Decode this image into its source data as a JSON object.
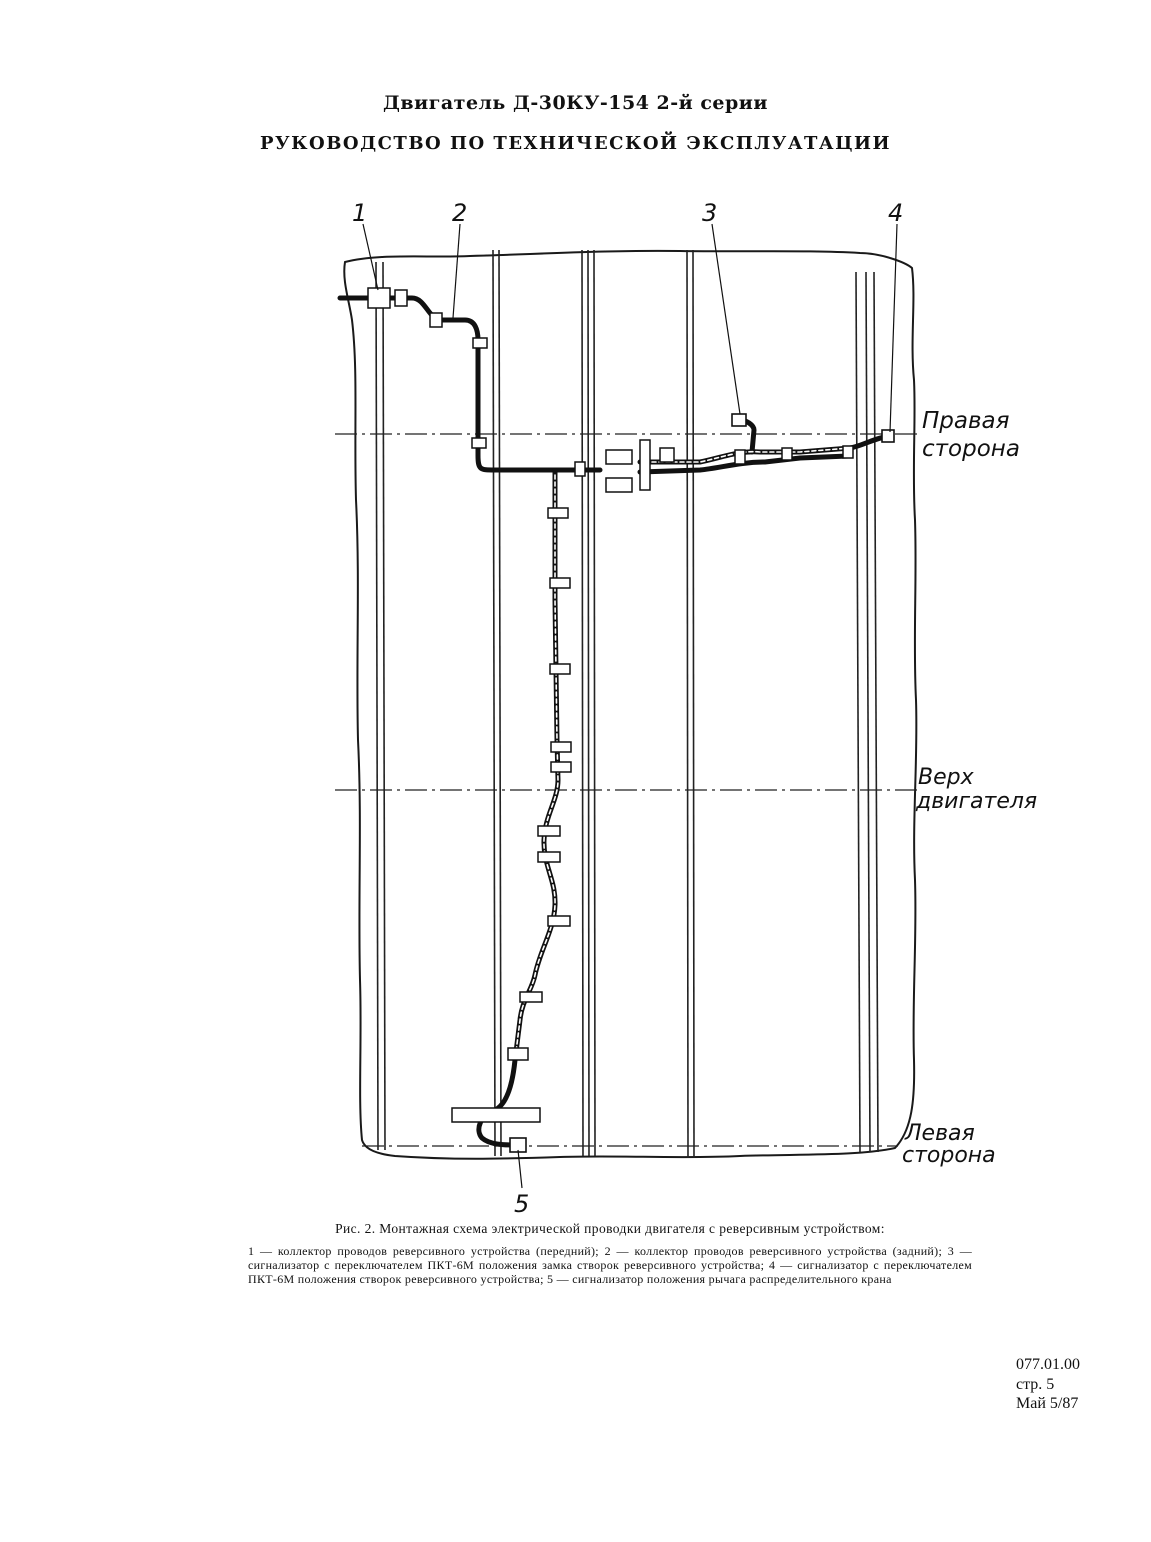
{
  "header": {
    "title": "Двигатель Д-30КУ-154 2-й серии",
    "subtitle": "РУКОВОДСТВО ПО ТЕХНИЧЕСКОЙ ЭКСПЛУАТАЦИИ"
  },
  "callouts": [
    "1",
    "2",
    "3",
    "4",
    "5"
  ],
  "side_labels": {
    "right_1": "Правая",
    "right_2": "сторона",
    "top_1": "Верх",
    "top_2": "двигателя",
    "left_1": "Левая",
    "left_2": "сторона"
  },
  "caption": {
    "title": "Рис. 2. Монтажная схема электрической проводки двигателя с реверсивным устройством:",
    "body": "1 — коллектор проводов реверсивного устройства (передний); 2 — коллектор проводов реверсивного устройства (задний); 3 — сигнализатор с переключателем ПКТ-6М положения замка створок реверсивного устройства; 4 — сигнализатор с переключателем ПКТ-6М положения створок реверсивного устройства; 5 — сигнализатор положения рычага распределительного крана"
  },
  "doc_code": {
    "number": "077.01.00",
    "page": "стр. 5",
    "date": "Май 5/87"
  }
}
